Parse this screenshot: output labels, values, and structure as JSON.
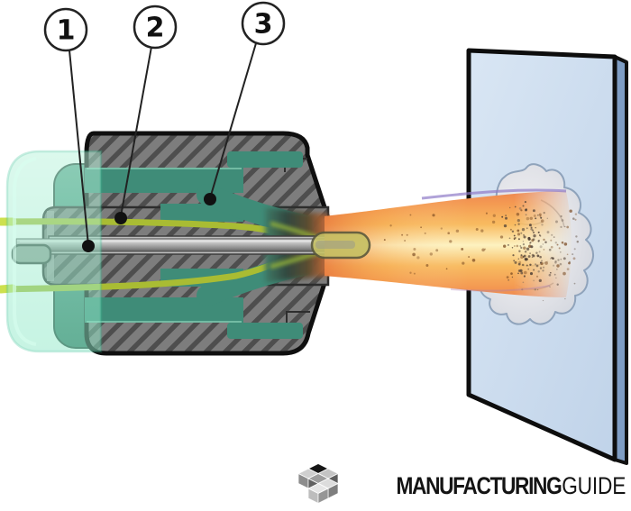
{
  "figure": {
    "type": "process-illustration",
    "subject": "thermal-spray-gun-cross-section-with-flame-jet-and-coated-plate"
  },
  "callouts": [
    {
      "number": "1"
    },
    {
      "number": "2"
    },
    {
      "number": "3"
    }
  ],
  "logo": {
    "brand_bold": "MANUFACTURING",
    "brand_light": "GUIDE"
  },
  "colors": {
    "mint_cap": "#9af0d2",
    "channel_teal": "#3f8c78",
    "body_gray": "#7d7d7d",
    "hatch_dark": "#4e4e4e",
    "gas_line_green": "#a9bc33",
    "gas_line_bright": "#cde04e",
    "wire_gray": "#b0b0b0",
    "flame_orange": "#f0894f",
    "flame_core": "#fdf3c0",
    "flame_fringe_violet": "#8f7ac8",
    "plate_blue": "#ccdcee",
    "plate_edge_blue": "#7f9dc4",
    "splat_gray": "#e2e2e6",
    "outline_black": "#111111"
  }
}
